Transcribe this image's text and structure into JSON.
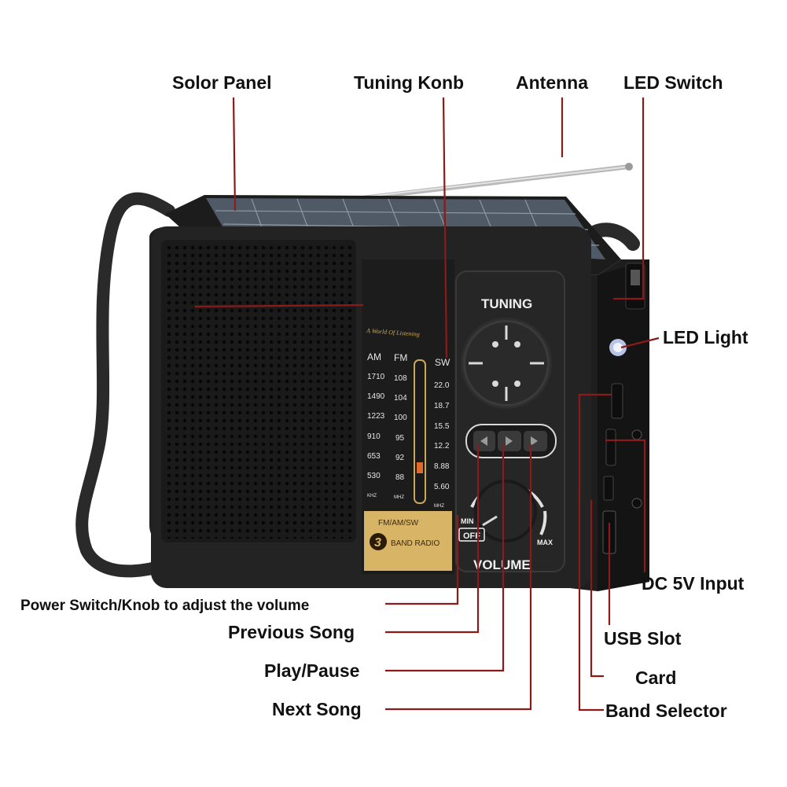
{
  "callouts": {
    "solar_panel": "Solor Panel",
    "tuning_knob": "Tuning Konb",
    "antenna": "Antenna",
    "led_switch": "LED Switch",
    "led_light": "LED Light",
    "dc_input": "DC 5V Input",
    "usb_slot": "USB Slot",
    "card": "Card",
    "band_selector": "Band Selector",
    "power_switch": "Power Switch/Knob to adjust the volume",
    "previous_song": "Previous Song",
    "play_pause": "Play/Pause",
    "next_song": "Next Song"
  },
  "device": {
    "tuning_label": "TUNING",
    "volume_label": "VOLUME",
    "min_label": "MIN",
    "off_label": "OFF",
    "max_label": "MAX",
    "tagline": "A World Of Listening",
    "band_badge": {
      "bands": "FM/AM/SW",
      "number": "3",
      "text": "BAND RADIO"
    },
    "scale": {
      "headers": [
        "AM",
        "FM",
        "SW"
      ],
      "am": [
        "1710",
        "1490",
        "1223",
        "910",
        "653",
        "530"
      ],
      "fm": [
        "108",
        "104",
        "100",
        "95",
        "92",
        "88"
      ],
      "sw": [
        "22.0",
        "18.7",
        "15.5",
        "12.2",
        "8.88",
        "5.60"
      ],
      "units": [
        "KHZ",
        "MHZ",
        "MHZ"
      ]
    }
  },
  "colors": {
    "leader": "#8b1a1a",
    "body": "#232323",
    "gold_badge": "#d8b466"
  }
}
